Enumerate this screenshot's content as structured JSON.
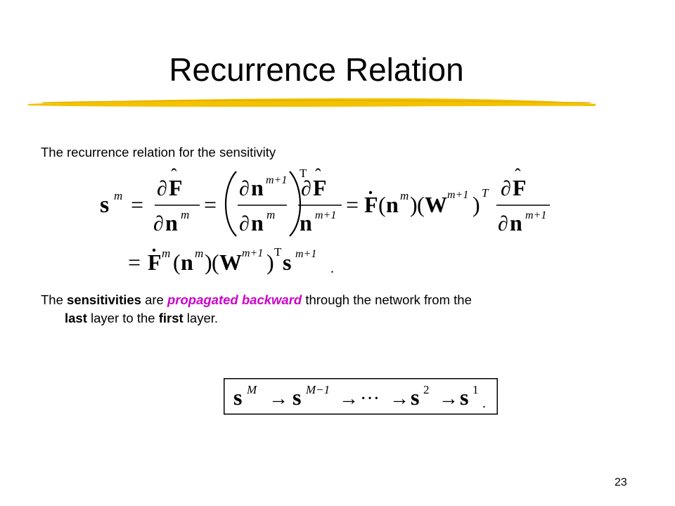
{
  "slide": {
    "title": "Recurrence Relation",
    "intro": "The recurrence relation for the sensitivity",
    "para": {
      "p1": "The ",
      "b1": "sensitivities",
      "p2": " are ",
      "em": "propagated backward",
      "p3": " through the network from the",
      "b2": "last",
      "p4": " layer to the ",
      "b3": "first",
      "p5": " layer."
    },
    "page_number": "23"
  },
  "math": {
    "s": "s",
    "m": "m",
    "mp1": "m+1",
    "eq": "=",
    "F": "F",
    "n": "n",
    "W": "W",
    "T": "T",
    "partial": "∂",
    "hat": "ˆ",
    "dot": "·",
    "lparen": "(",
    "rparen": ")",
    "period": ".",
    "M": "M",
    "Mm1": "M−1",
    "two": "2",
    "one": "1",
    "arrow": "→",
    "dots": "···"
  },
  "colors": {
    "accent": "#cc00cc",
    "underline": "#f2c200"
  }
}
